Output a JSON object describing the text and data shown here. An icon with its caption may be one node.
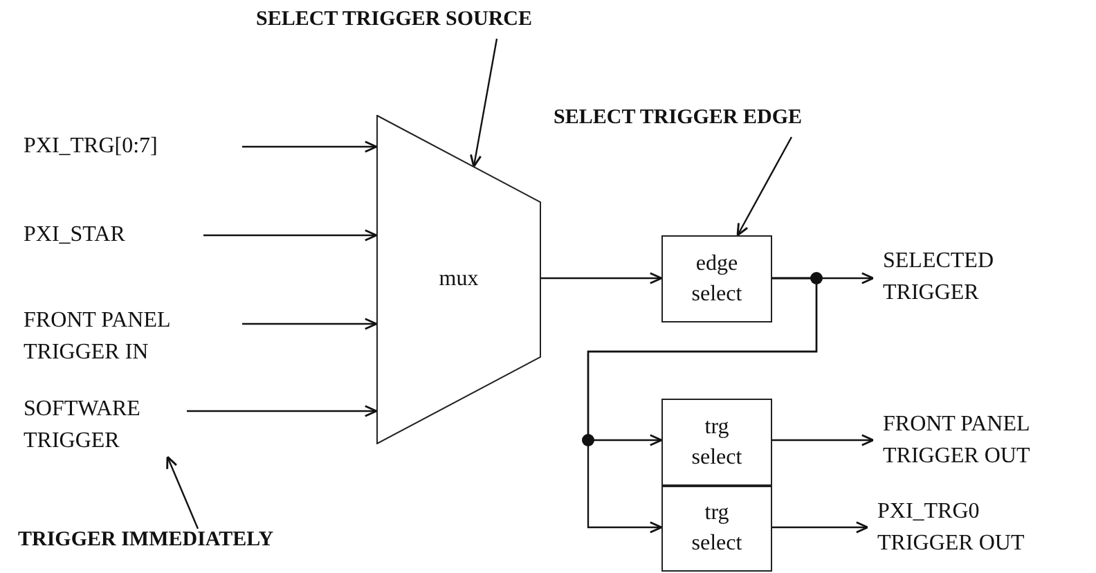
{
  "diagram": {
    "nodes": [
      {
        "text": [
          "PXI_TRG[0:7]"
        ]
      },
      {
        "text": [
          "PXI_STAR"
        ]
      },
      {
        "text": [
          "FRONT PANEL TRIGGER IN"
        ]
      },
      {
        "text": [
          "SOFTWARE TRIGGER"
        ]
      },
      {
        "text": [
          "mux"
        ]
      },
      {
        "text": [
          "edge select"
        ]
      },
      {
        "text": [
          "SELECTED TRIGGER"
        ]
      },
      {
        "text": [
          "trg select"
        ]
      },
      {
        "text": [
          "FRONT PANEL TRIGGER OUT"
        ]
      },
      {
        "text": [
          "trg select"
        ]
      },
      {
        "text": [
          "PXI_TRG0 TRIGGER OUT"
        ]
      },
      {
        "text": [
          "SELECT TRIGGER SOURCE"
        ]
      },
      {
        "text": [
          "SELECT TRIGGER EDGE"
        ]
      },
      {
        "text": [
          "TRIGGER IMMEDIATELY"
        ]
      }
    ],
    "edges": [
      {
        "from": 0,
        "to": 4,
        "arrow": "to"
      },
      {
        "from": 1,
        "to": 4,
        "arrow": "to"
      },
      {
        "from": 2,
        "to": 4,
        "arrow": "to"
      },
      {
        "from": 3,
        "to": 4,
        "arrow": "to"
      },
      {
        "from": 4,
        "to": 5,
        "arrow": "to"
      },
      {
        "from": 5,
        "to": 6,
        "arrow": "to"
      },
      {
        "from": 5,
        "to": 7,
        "arrow": "to"
      },
      {
        "from": 5,
        "to": 9,
        "arrow": "to"
      },
      {
        "from": 7,
        "to": 8,
        "arrow": "to"
      },
      {
        "from": 9,
        "to": 10,
        "arrow": "to"
      },
      {
        "from": 11,
        "to": 4,
        "arrow": "to"
      },
      {
        "from": 12,
        "to": 5,
        "arrow": "to"
      },
      {
        "from": 13,
        "to": 3,
        "arrow": "to"
      }
    ]
  }
}
